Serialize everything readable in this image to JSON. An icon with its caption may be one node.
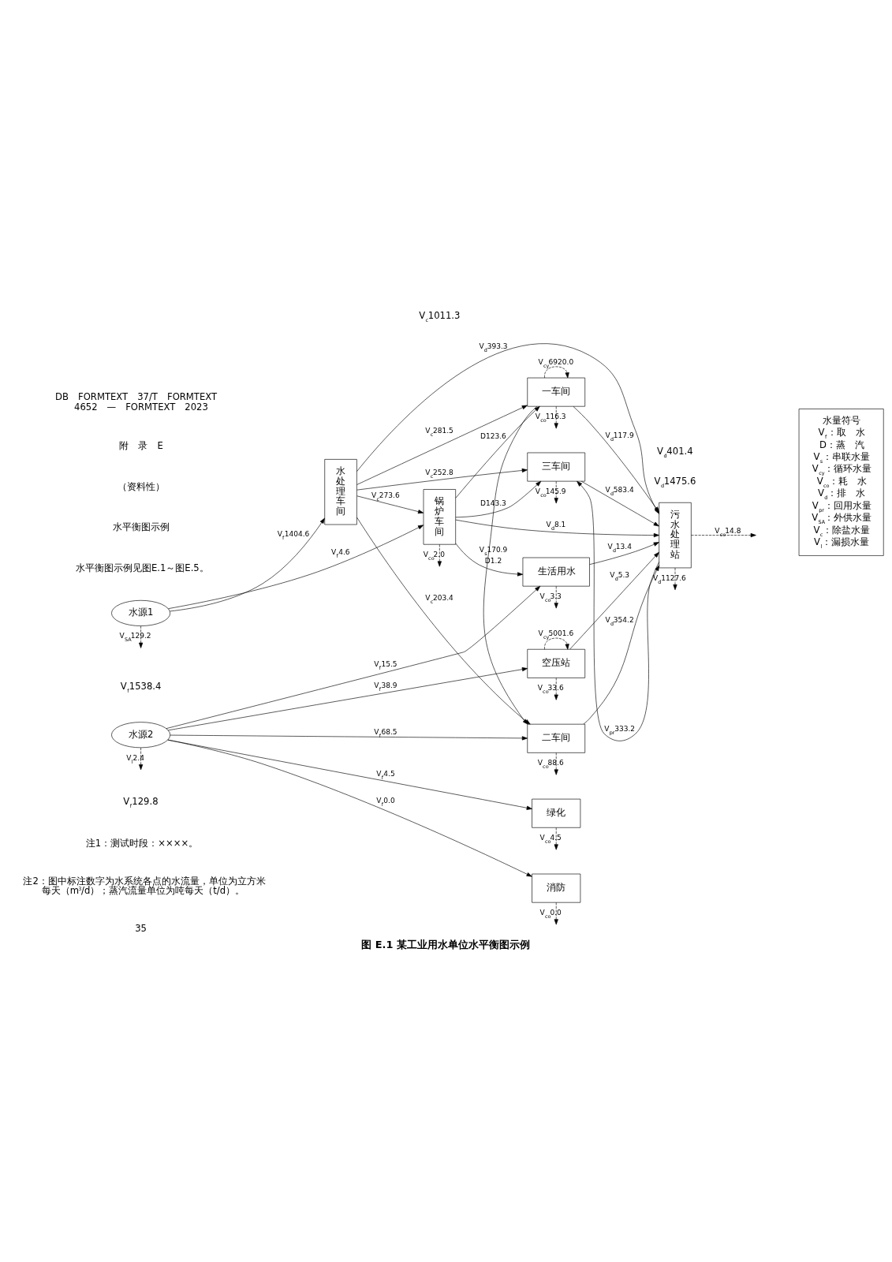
{
  "diagram": {
    "caption": "图 E.1 某工业用水单位水平衡图示例",
    "nodes": [
      {
        "text": [
          "水源1"
        ]
      },
      {
        "text": [
          "水处理车间"
        ]
      },
      {
        "text": [
          "锅炉车间"
        ]
      },
      {
        "text": [
          "一车间"
        ]
      },
      {
        "text": [
          "二车间"
        ]
      },
      {
        "text": [
          "三车间"
        ]
      },
      {
        "text": [
          "空压站"
        ]
      },
      {
        "text": [
          "生活用水"
        ]
      },
      {
        "text": [
          "消防"
        ]
      },
      {
        "text": [
          "绿化"
        ]
      },
      {
        "text": [
          "水源2"
        ]
      },
      {
        "text": [
          "污水处理站"
        ]
      },
      {
        "text": [
          "水量符号",
          "V$_{f}$：取　水",
          "D：蒸　汽",
          "V$_{s}$：串联水量",
          "V$_{cy}$：循环水量",
          "V$_{co}$：耗　水",
          "V$_{d}$：排　水",
          "V$_{pr}$：回用水量",
          "V$_{SA}$：外供水量",
          "V$_{c}$：除盐水量",
          "V$_{l}$：漏损水量"
        ]
      }
    ],
    "edges": [
      {
        "from": 0,
        "to": 1,
        "arrow": "to",
        "label": "V$_{f}$1404.6"
      },
      {
        "from": 0,
        "to": 2,
        "arrow": "to",
        "label": "V$_{f}$4.6"
      },
      {
        "from": 0,
        "to": null,
        "arrow": "to",
        "label": "V$_{SA}$129.2",
        "style": "dashed"
      },
      {
        "from": 1,
        "to": 3,
        "arrow": "to",
        "label": "V$_{c}$281.5"
      },
      {
        "from": 1,
        "to": 4,
        "arrow": "to",
        "label": "V$_{c}$203.4"
      },
      {
        "from": 1,
        "to": 5,
        "arrow": "to",
        "label": "V$_{c}$252.8"
      },
      {
        "from": 1,
        "to": 2,
        "arrow": "to",
        "label": "V$_{c}$273.6"
      },
      {
        "from": 1,
        "to": 11,
        "arrow": "to",
        "label": "V$_{d}$393.3"
      },
      {
        "from": 2,
        "to": null,
        "arrow": "to",
        "label": "V$_{co}$2.0",
        "style": "dashed"
      },
      {
        "from": 2,
        "to": 3,
        "arrow": "to",
        "label": "D123.6"
      },
      {
        "from": 2,
        "to": 5,
        "arrow": "to",
        "label": "D143.3"
      },
      {
        "from": 2,
        "to": 7,
        "arrow": "to",
        "label": "D1.2"
      },
      {
        "from": 2,
        "to": 11,
        "arrow": "to",
        "label": "V$_{d}$8.1"
      },
      {
        "from": 3,
        "to": 3,
        "arrow": "to",
        "label": "V$_{cy}$6920.0",
        "style": "dashed"
      },
      {
        "from": 3,
        "to": null,
        "arrow": "to",
        "label": "V$_{co}$116.3",
        "style": "dashed"
      },
      {
        "from": 3,
        "to": 4,
        "arrow": "to",
        "label": "V$_{s}$170.9"
      },
      {
        "from": 3,
        "to": 11,
        "arrow": "to",
        "label": "V$_{d}$117.9"
      },
      {
        "from": 10,
        "to": 4,
        "arrow": "to",
        "label": "V$_{f}$68.5"
      },
      {
        "from": 4,
        "to": null,
        "arrow": "to",
        "label": "V$_{co}$88.6",
        "style": "dashed"
      },
      {
        "from": 4,
        "to": 11,
        "arrow": "to",
        "label": "V$_{d}$354.2"
      },
      {
        "from": 11,
        "to": 5,
        "arrow": "to",
        "label": "V$_{pr}$333.2"
      },
      {
        "from": 5,
        "to": null,
        "arrow": "to",
        "label": "V$_{co}$145.9",
        "style": "dashed"
      },
      {
        "from": 5,
        "to": 11,
        "arrow": "to",
        "label": "V$_{d}$583.4"
      },
      {
        "from": 6,
        "to": 6,
        "arrow": "to",
        "label": "V$_{cy}$5001.6",
        "style": "dashed"
      },
      {
        "from": 10,
        "to": 6,
        "arrow": "to",
        "label": "V$_{f}$38.9"
      },
      {
        "from": 6,
        "to": null,
        "arrow": "to",
        "label": "V$_{co}$33.6",
        "style": "dashed"
      },
      {
        "from": 6,
        "to": 11,
        "arrow": "to",
        "label": "V$_{d}$5.3"
      },
      {
        "from": 10,
        "to": 7,
        "arrow": "to",
        "label": "V$_{f}$15.5"
      },
      {
        "from": 7,
        "to": null,
        "arrow": "to",
        "label": "V$_{co}$3.3",
        "style": "dashed"
      },
      {
        "from": 7,
        "to": 11,
        "arrow": "to",
        "label": "V$_{d}$13.4"
      },
      {
        "from": 10,
        "to": 8,
        "arrow": "to",
        "label": "V$_{f}$0.0"
      },
      {
        "from": 8,
        "to": null,
        "arrow": "to",
        "label": "V$_{co}$0.0",
        "style": "dashed"
      },
      {
        "from": 10,
        "to": 9,
        "arrow": "to",
        "label": "V$_{f}$4.5"
      },
      {
        "from": 9,
        "to": null,
        "arrow": "to",
        "label": "V$_{co}$4.5",
        "style": "dashed"
      },
      {
        "from": 10,
        "to": null,
        "arrow": "to",
        "label": "V$_{l}$2.4",
        "style": "dashed"
      },
      {
        "from": 11,
        "to": null,
        "arrow": "to",
        "label": "V$_{co}$14.8",
        "style": "dashed"
      },
      {
        "from": 11,
        "to": null,
        "arrow": "to",
        "label": "V$_{d}$1127.6",
        "style": "dashed"
      }
    ],
    "labels": [
      "DB　FORMTEXT　37/T　FORMTEXT　4652　—　FORMTEXT　2023",
      "附　录　E",
      "（资料性）",
      "水平衡图示例",
      "水平衡图示例见图E.1～图E.5。",
      "V$_{f}$1538.4",
      "V$_{c}$1011.3",
      "V$_{f}$129.8",
      "V$_{d}$401.4",
      "V$_{d}$1475.6",
      "注1：测试时段：××××。",
      "注2：图中标注数字为水系统各点的水流量，单位为立方米每天（m$^{3}$/d）；蒸汽流量单位为吨每天（t/d）。",
      "35"
    ]
  }
}
